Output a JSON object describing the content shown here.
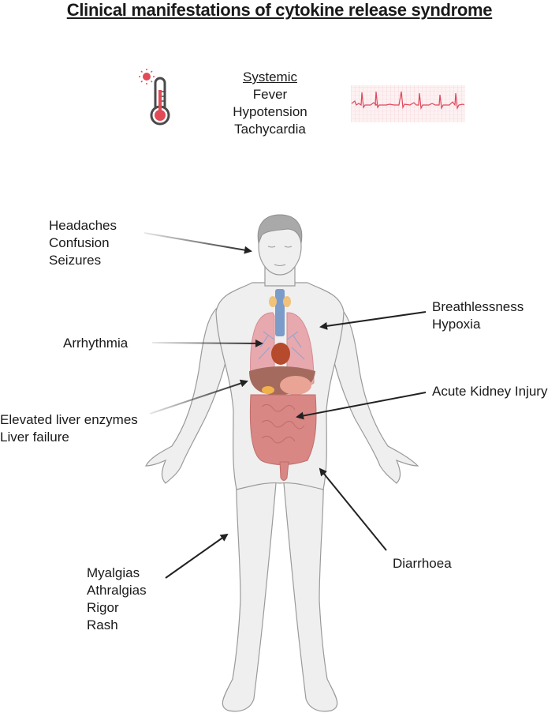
{
  "title": "Clinical manifestations of cytokine release syndrome",
  "systemic": {
    "heading": "Systemic",
    "items": [
      "Fever",
      "Hypotension",
      "Tachycardia"
    ],
    "icons": [
      "thermometer-icon",
      "ecg-trace-icon"
    ]
  },
  "annotations": {
    "neuro": [
      "Headaches",
      "Confusion",
      "Seizures"
    ],
    "cardiac": [
      "Arrhythmia"
    ],
    "respiratory": [
      "Breathlessness",
      "Hypoxia"
    ],
    "hepatic": [
      "Elevated liver enzymes",
      "Liver failure"
    ],
    "renal": [
      "Acute Kidney Injury"
    ],
    "musculoskeletal": [
      "Myalgias",
      "Athralgias",
      "Rigor",
      "Rash"
    ],
    "gastrointestinal": [
      "Diarrhoea"
    ]
  },
  "colors": {
    "body_fill": "#efefef",
    "body_stroke": "#9a9a9a",
    "hair": "#a9a9a9",
    "lung": "#e8a9ae",
    "liver": "#a56a5e",
    "intestine": "#d98784",
    "trachea": "#7b9cc9",
    "thermometer_red": "#e24a57",
    "ecg_red": "#e0475a",
    "arrow": "#222222"
  }
}
